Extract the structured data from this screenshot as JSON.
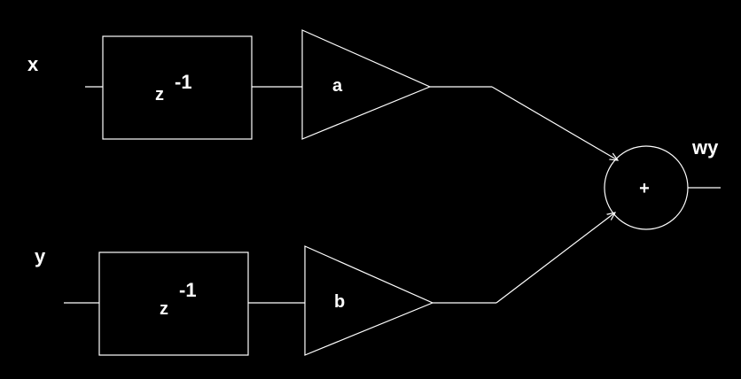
{
  "colors": {
    "background": "#000000",
    "foreground": "#ffffff"
  },
  "inputs": {
    "x": "x",
    "y": "y"
  },
  "delay": {
    "base": "z",
    "exponent": "-1"
  },
  "gains": {
    "top": "a",
    "bottom": "b"
  },
  "adder": {
    "symbol": "+"
  },
  "output": {
    "label": "wy"
  }
}
